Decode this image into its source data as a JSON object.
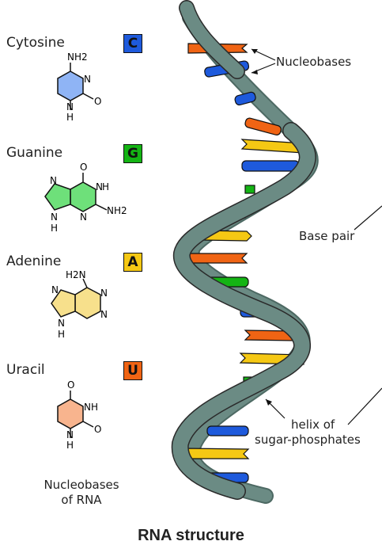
{
  "bases": [
    {
      "name": "Cytosine",
      "letter": "C",
      "color": "#1e5adc"
    },
    {
      "name": "Guanine",
      "letter": "G",
      "color": "#14b414"
    },
    {
      "name": "Adenine",
      "letter": "A",
      "color": "#f5c814"
    },
    {
      "name": "Uracil",
      "letter": "U",
      "color": "#f06414"
    }
  ],
  "molecule_labels": {
    "cytosine": [
      "NH2",
      "N",
      "O",
      "N",
      "H"
    ],
    "guanine": [
      "O",
      "N",
      "H",
      "N",
      "NH2",
      "N",
      "N",
      "H"
    ],
    "adenine": [
      "H2N",
      "N",
      "N",
      "N",
      "N",
      "H"
    ],
    "uracil": [
      "O",
      "NH",
      "O",
      "N",
      "H"
    ]
  },
  "annotations": {
    "nucleobases": "Nucleobases",
    "base_pair": "Base pair",
    "helix_line1": "helix of",
    "helix_line2": "sugar-phosphates"
  },
  "legend_caption": {
    "line1": "Nucleobases",
    "line2": "of RNA"
  },
  "caption": "RNA structure",
  "colors": {
    "helix": "#6b8b84",
    "helix_dark": "#4d6963",
    "outline": "#2a2a2a"
  }
}
